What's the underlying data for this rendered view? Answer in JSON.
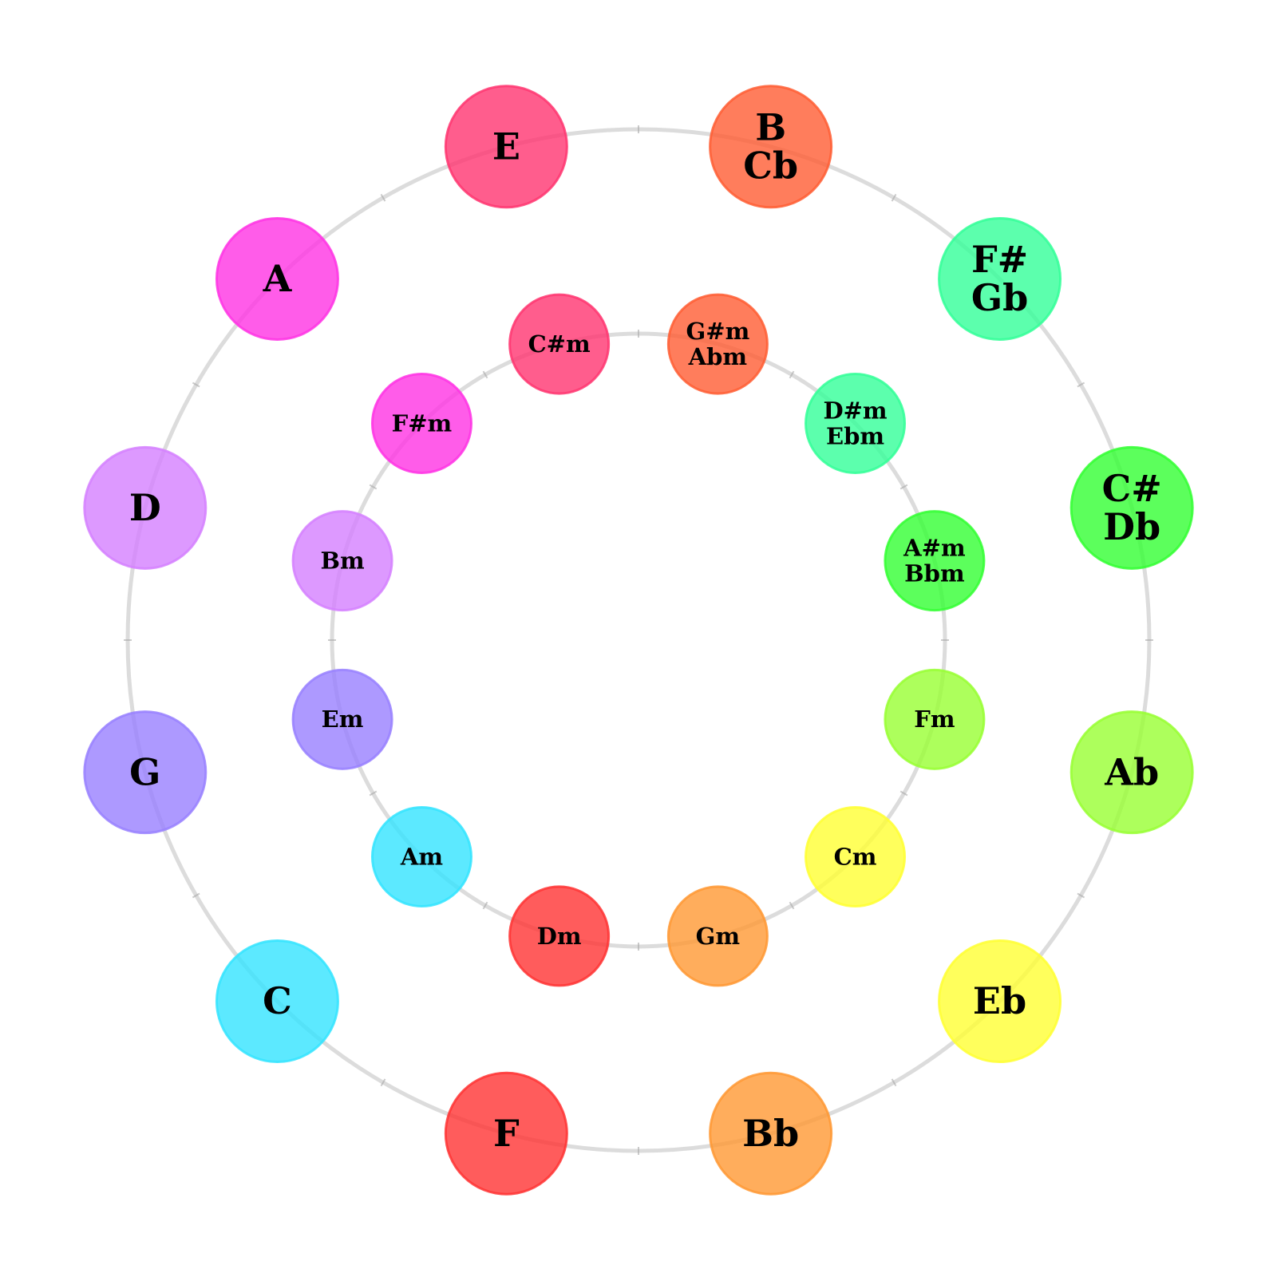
{
  "major_keys": [
    {
      "names": [
        "E"
      ],
      "color": "#ff3570"
    },
    {
      "names": [
        "B",
        "Cb"
      ],
      "color": "#ff5d33"
    },
    {
      "names": [
        "F#",
        "Gb"
      ],
      "color": "#33ff98"
    },
    {
      "names": [
        "C#",
        "Db"
      ],
      "color": "#33ff33"
    },
    {
      "names": [
        "Ab"
      ],
      "color": "#98ff33"
    },
    {
      "names": [
        "Eb"
      ],
      "color": "#ffff33"
    },
    {
      "names": [
        "Bb"
      ],
      "color": "#ff9833"
    },
    {
      "names": [
        "F"
      ],
      "color": "#ff3333"
    },
    {
      "names": [
        "C"
      ],
      "color": "#33e4ff"
    },
    {
      "names": [
        "G"
      ],
      "color": "#9880ff"
    },
    {
      "names": [
        "D"
      ],
      "color": "#d580ff"
    },
    {
      "names": [
        "A"
      ],
      "color": "#ff33e4"
    }
  ],
  "minor_keys": [
    {
      "names": [
        "C#m"
      ],
      "color": "#ff3570"
    },
    {
      "names": [
        "G#m",
        "Abm"
      ],
      "color": "#ff5d33"
    },
    {
      "names": [
        "D#m",
        "Ebm"
      ],
      "color": "#33ff98"
    },
    {
      "names": [
        "A#m",
        "Bbm"
      ],
      "color": "#33ff33"
    },
    {
      "names": [
        "Fm"
      ],
      "color": "#98ff33"
    },
    {
      "names": [
        "Cm"
      ],
      "color": "#ffff33"
    },
    {
      "names": [
        "Gm"
      ],
      "color": "#ff9833"
    },
    {
      "names": [
        "Dm"
      ],
      "color": "#ff3333"
    },
    {
      "names": [
        "Am"
      ],
      "color": "#33e4ff"
    },
    {
      "names": [
        "Em"
      ],
      "color": "#9880ff"
    },
    {
      "names": [
        "Bm"
      ],
      "color": "#d580ff"
    },
    {
      "names": [
        "F#m"
      ],
      "color": "#ff33e4"
    }
  ]
}
